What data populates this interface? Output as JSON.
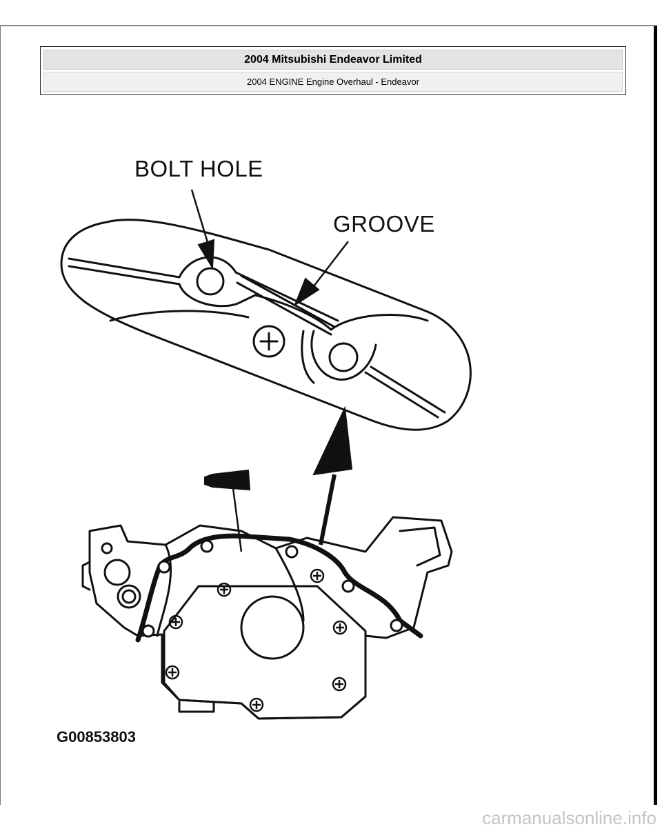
{
  "header": {
    "title": "2004 Mitsubishi Endeavor Limited",
    "subtitle": "2004 ENGINE Engine Overhaul - Endeavor"
  },
  "figure": {
    "labels": {
      "bolt_hole": "BOLT HOLE",
      "groove": "GROOVE"
    },
    "code": "G00853803"
  },
  "footer": {
    "watermark": "carmanualsonline.info"
  }
}
